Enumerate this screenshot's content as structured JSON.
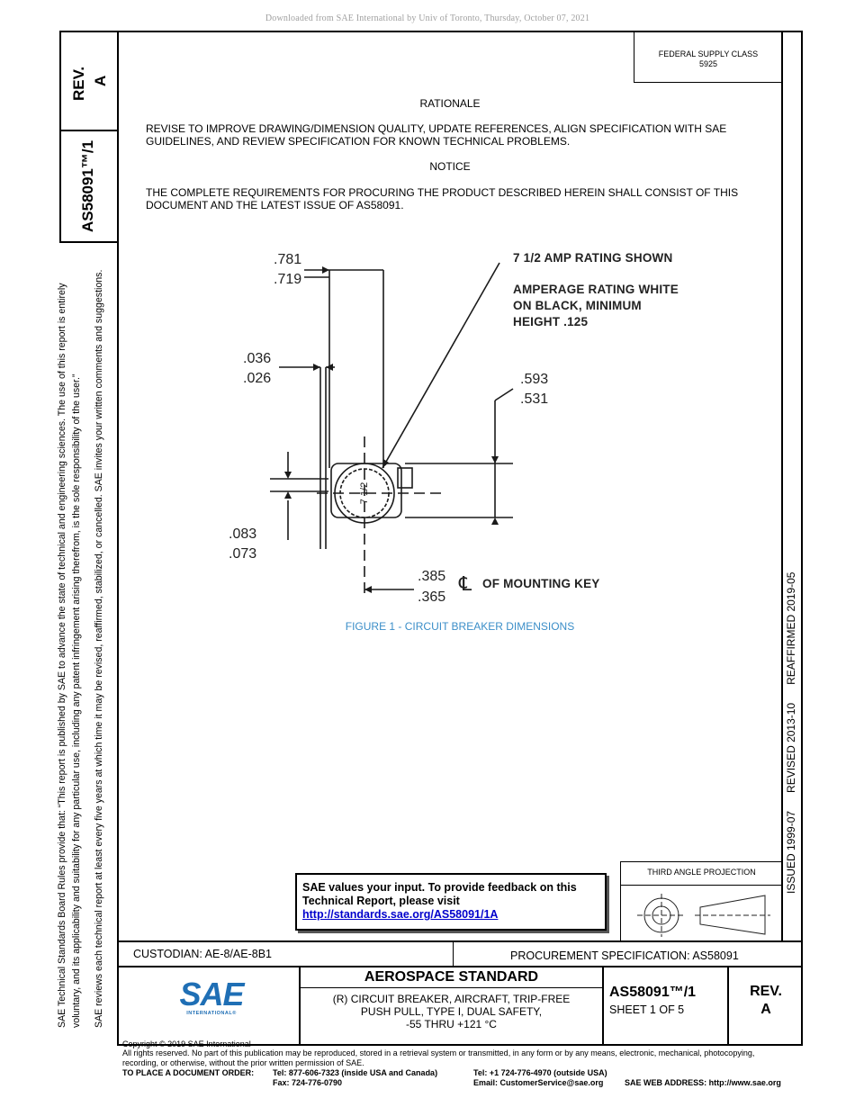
{
  "header": {
    "download_note": "Downloaded from SAE International by Univ of Toronto, Thursday, October 07, 2021",
    "federal_supply_class_label": "FEDERAL SUPPLY CLASS",
    "federal_supply_class_value": "5925"
  },
  "side_tab": {
    "rev_label": "REV.",
    "rev_value": "A",
    "doc_number": "AS58091™/1"
  },
  "left_margin": {
    "line1": "SAE Technical Standards Board Rules provide that: “This report is published by SAE to advance the state of technical and engineering sciences. The use of this report is entirely",
    "line2": "voluntary, and its applicability and suitability for any particular use, including any patent infringement arising therefrom, is the sole responsibility of the user.”",
    "line3": "SAE reviews each technical report at least every five years at which time it may be revised, reaffirmed, stabilized, or cancelled. SAE invites your written comments and suggestions."
  },
  "right_margin": {
    "history": "ISSUED 1999-07      REVISED 2013-10      REAFFIRMED 2019-05"
  },
  "content": {
    "rationale_heading": "RATIONALE",
    "rationale_text": "REVISE TO IMPROVE DRAWING/DIMENSION QUALITY, UPDATE REFERENCES, ALIGN SPECIFICATION WITH SAE GUIDELINES, AND REVIEW SPECIFICATION FOR KNOWN TECHNICAL PROBLEMS.",
    "notice_heading": "NOTICE",
    "notice_text": "THE COMPLETE REQUIREMENTS FOR PROCURING THE PRODUCT DESCRIBED HEREIN SHALL CONSIST OF THIS DOCUMENT AND THE LATEST ISSUE OF AS58091."
  },
  "figure": {
    "dim_781": ".781",
    "dim_719": ".719",
    "dim_036": ".036",
    "dim_026": ".026",
    "dim_593": ".593",
    "dim_531": ".531",
    "dim_083": ".083",
    "dim_073": ".073",
    "dim_385": ".385",
    "dim_365": ".365",
    "note_rating": "7 1/2 AMP RATING SHOWN",
    "note_amperage_1": "AMPERAGE RATING WHITE",
    "note_amperage_2": "ON BLACK, MINIMUM",
    "note_amperage_3": "HEIGHT .125",
    "centerline_symbol": "℄",
    "mounting_key": "OF MOUNTING KEY",
    "knob_label": "7 1/2",
    "caption": "FIGURE 1 - CIRCUIT BREAKER DIMENSIONS"
  },
  "feedback": {
    "line1": "SAE values your input. To provide feedback on this",
    "line2": "Technical Report, please visit",
    "link": "http://standards.sae.org/AS58091/1A"
  },
  "projection": {
    "label": "THIRD ANGLE PROJECTION"
  },
  "title_block": {
    "custodian": "CUSTODIAN: AE-8/AE-8B1",
    "procurement": "PROCUREMENT SPECIFICATION: AS58091",
    "logo_text": "SAE",
    "logo_sub": "INTERNATIONAL®",
    "standard_type": "AEROSPACE STANDARD",
    "title_line1": "(R) CIRCUIT BREAKER, AIRCRAFT, TRIP-FREE",
    "title_line2": "PUSH PULL, TYPE I, DUAL SAFETY,",
    "title_line3": "-55 THRU +121 °C",
    "doc_number": "AS58091™/1",
    "sheet": "SHEET 1 OF 5",
    "rev_label": "REV.",
    "rev_value": "A"
  },
  "footer": {
    "copyright": "Copyright © 2019 SAE International",
    "rights_1": "All rights reserved. No part of this publication may be reproduced, stored in a retrieval system or transmitted, in any form or by any means, electronic, mechanical, photocopying,",
    "rights_2": "recording, or otherwise, without the prior written permission of SAE.",
    "order_label": "TO PLACE A DOCUMENT ORDER:",
    "tel_usa": "Tel: 877-606-7323 (inside USA and Canada)",
    "fax": "Fax: 724-776-0790",
    "tel_outside": "Tel: +1 724-776-4970 (outside USA)",
    "email": "Email: CustomerService@sae.org",
    "web": "SAE WEB ADDRESS: http://www.sae.org"
  }
}
